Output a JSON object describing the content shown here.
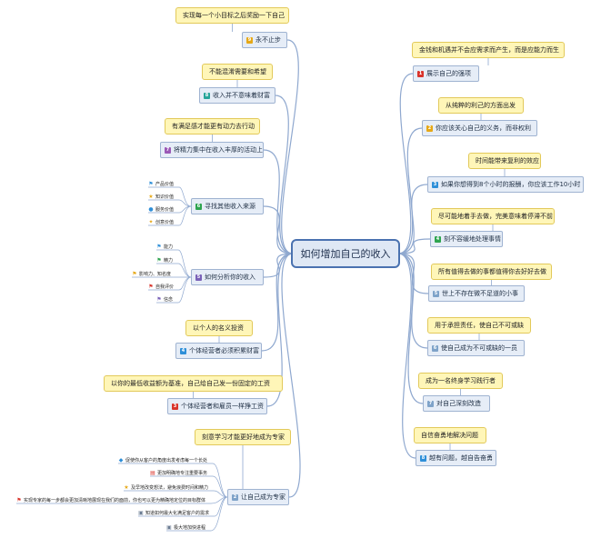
{
  "center": "如何增加自己的收入",
  "colors": {
    "branch_line": "#8fa8cf",
    "center_border": "#4a72b0",
    "note_bg": "#fff6b8",
    "topic_bg": "#e6edf7"
  },
  "left": [
    {
      "note": "实现每一个小目标之后奖励一下自己",
      "topic": "永不止步",
      "num": "9",
      "num_color": "#e6a817"
    },
    {
      "note": "不能混淆需要和希望",
      "topic": "收入并不意味着财富",
      "num": "8",
      "num_color": "#27a59a"
    },
    {
      "note": "有满足感才能更有动力去行动",
      "topic": "将精力集中在收入丰厚的活动上",
      "num": "7",
      "num_color": "#9b59b6"
    },
    {
      "topic": "寻找其他收入来源",
      "num": "6",
      "num_color": "#2ea44f",
      "leaves": [
        {
          "text": "产品价值",
          "icon": "flag-icon"
        },
        {
          "text": "知识价值",
          "icon": "star-icon"
        },
        {
          "text": "服务价值",
          "icon": "person-icon"
        },
        {
          "text": "创意价值",
          "icon": "lightbulb-icon"
        }
      ]
    },
    {
      "topic": "如何分析你的收入",
      "num": "5",
      "num_color": "#7a62b8",
      "leaves": [
        {
          "text": "能力",
          "icon": "flag-icon"
        },
        {
          "text": "精力",
          "icon": "flag-icon"
        },
        {
          "text": "影响力、知名度",
          "icon": "flag-icon"
        },
        {
          "text": "自我评价",
          "icon": "flag-icon"
        },
        {
          "text": "信念",
          "icon": "flag-icon"
        }
      ]
    },
    {
      "note": "以个人的名义投资",
      "topic": "个体经营者必须积累财富",
      "num": "4",
      "num_color": "#2e8fd8"
    },
    {
      "note": "以你的最低收益额为基准，自己给自己发一份固定的工资",
      "topic": "个体经营者和雇员一样挣工资",
      "num": "3",
      "num_color": "#d9342b"
    },
    {
      "note": "刻意学习才能更好地成为专家",
      "topic": "让自己成为专家",
      "num": "2",
      "num_color": "#7fa3c9",
      "leaves": [
        {
          "text": "促使你从客户的角度出发考虑每一个长处",
          "icon": "pin-icon"
        },
        {
          "text": "更加明确地专注重要事务",
          "icon": "doc-icon"
        },
        {
          "text": "及早地改变想法，避免浪费时间和精力",
          "icon": "star-icon"
        },
        {
          "text": "实现专家的每一步都会更加清晰地展现在我们的面前，你也可以更为精确地定位的目标群体",
          "icon": "flag-icon"
        },
        {
          "text": "知道如何最大化满足客户的需求",
          "icon": "box-icon"
        },
        {
          "text": "极大地加快进程",
          "icon": "box-icon"
        }
      ]
    }
  ],
  "right": [
    {
      "note": "金钱和机遇并不会应需求而产生，而是应能力而生",
      "topic": "展示自己的强项",
      "num": "1",
      "num_color": "#d9342b"
    },
    {
      "note": "从纯粹的利己的方面出发",
      "topic": "你应该关心自己的义务，而非权利",
      "num": "2",
      "num_color": "#e6a817"
    },
    {
      "note": "时间能带来复利的效应",
      "topic": "如果你想得到8个小时的报酬，你应该工作10小时",
      "num": "3",
      "num_color": "#2e8fd8"
    },
    {
      "note": "尽可能地着手去做，完美意味着停滞不前",
      "topic": "刻不容缓地处理事情",
      "num": "4",
      "num_color": "#2ea44f"
    },
    {
      "note": "所有值得去做的事都值得你去好好去做",
      "topic": "世上不存在微不足道的小事",
      "num": "5",
      "num_color": "#7fa3c9"
    },
    {
      "note": "用于承担责任，使自己不可或缺",
      "topic": "使自己成为不可或缺的一员",
      "num": "6",
      "num_color": "#7fa3c9"
    },
    {
      "note": "成为一名终身学习践行者",
      "topic": "对自己深刻改造",
      "num": "7",
      "num_color": "#7fa3c9"
    },
    {
      "note": "自信奋勇地解决问题",
      "topic": "越有问题，越自告奋勇",
      "num": "8",
      "num_color": "#2e8fd8"
    }
  ]
}
